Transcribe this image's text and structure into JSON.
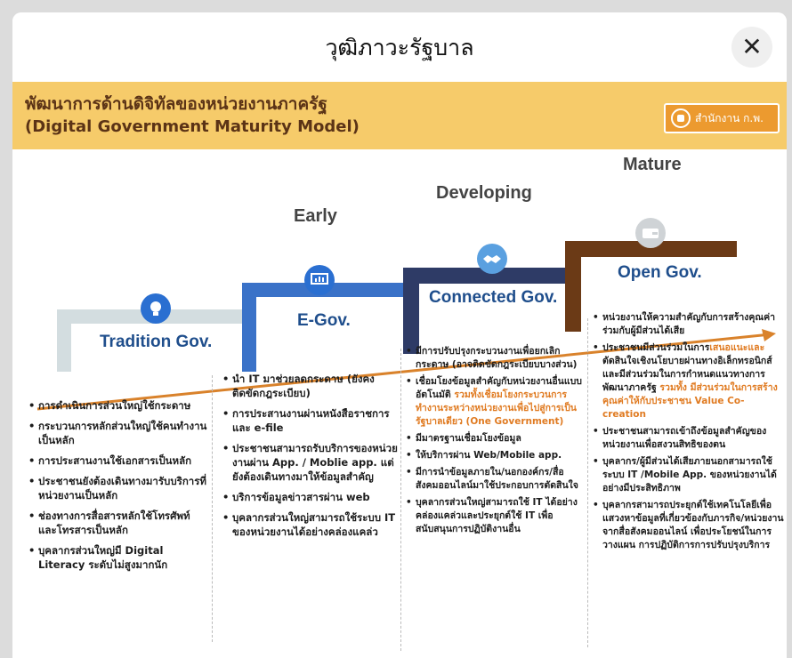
{
  "window": {
    "title": "วุฒิภาวะรัฐบาล",
    "close_label": "✕"
  },
  "banner": {
    "title_th": "พัฒนาการด้านดิจิทัลของหน่วยงานภาครัฐ",
    "title_en": "(Digital Government Maturity Model)",
    "logo_text": "สำนักงาน ก.พ.",
    "bg_color": "#f6cb6a"
  },
  "stages": [
    {
      "level": "",
      "name": "Tradition Gov.",
      "icon": "lightbulb-icon",
      "color": "#d3dde0"
    },
    {
      "level": "Early",
      "name": "E-Gov.",
      "icon": "presentation-icon",
      "color": "#3a72c8"
    },
    {
      "level": "Developing",
      "name": "Connected Gov.",
      "icon": "handshake-icon",
      "color": "#2e3b66"
    },
    {
      "level": "Mature",
      "name": "Open Gov.",
      "icon": "wallet-icon",
      "color": "#6b3a16"
    }
  ],
  "columns": {
    "tradition": [
      "การดำเนินการส่วนใหญ่ใช้กระดาษ",
      "กระบวนการหลักส่วนใหญ่ใช้คนทำงานเป็นหลัก",
      "การประสานงานใช้เอกสารเป็นหลัก",
      "ประชาชนยังต้องเดินทางมารับบริการที่หน่วยงานเป็นหลัก",
      "ช่องทางการสื่อสารหลักใช้โทรศัพท์และโทรสารเป็นหลัก",
      "บุคลากรส่วนใหญ่มี Digital Literacy ระดับไม่สูงมากนัก"
    ],
    "egov": [
      "นำ IT มาช่วยลดกระดาษ (ยังคงติดขัดกฎระเบียบ)",
      "การประสานงานผ่านหนังสือราชการและ e-file",
      "ประชาชนสามารถรับบริการของหน่วยงานผ่าน App. / Moblie app. แต่ยังต้องเดินทางมาให้ข้อมูลสำคัญ",
      "บริการข้อมูลข่าวสารผ่าน web",
      "บุคลากรส่วนใหญ่สามารถใช้ระบบ IT ของหน่วยงานได้อย่างคล่องแคล่ว"
    ],
    "connected": [
      {
        "text": "มีการปรับปรุงกระบวนงานเพื่อยกเลิกกระดาษ (อาจติดขัดกฎระเบียบบางส่วน)",
        "highlight": ""
      },
      {
        "text": "เชื่อมโยงข้อมูลสำคัญกับหน่วยงานอื่นแบบอัตโนมัติ",
        "highlight": "รวมทั้งเชื่อมโยงกระบวนการทำงานระหว่างหน่วยงานเพื่อไปสู่การเป็น รัฐบาลเดียว (One Government)"
      },
      {
        "text": "มีมาตรฐานเชื่อมโยงข้อมูล",
        "highlight": ""
      },
      {
        "text": "ให้บริการผ่าน Web/Mobile app.",
        "highlight": ""
      },
      {
        "text": "มีการนำข้อมูลภายใน/นอกองค์กร/สื่อสังคมออนไลน์มาใช้ประกอบการตัดสินใจ",
        "highlight": ""
      },
      {
        "text": "บุคลากรส่วนใหญ่สามารถใช้ IT ได้อย่างคล่องแคล่วและประยุกต์ใช้ IT เพื่อสนับสนุนการปฏิบัติงานอื่น",
        "highlight": ""
      }
    ],
    "open": [
      {
        "pre": "หน่วยงานให้ความสำคัญกับการสร้างคุณค่าร่วมกับผู้มีส่วนได้เสีย",
        "hl": "",
        "post": ""
      },
      {
        "pre": "ประชาชนมีส่วนร่วมในการ",
        "hl": "เสนอแนะและ",
        "post": "ตัดสินใจเชิงนโยบายผ่านทางอิเล็กทรอนิกส์และมีส่วนร่วมในการกำหนดแนวทางการพัฒนาภาครัฐ"
      },
      {
        "pre": "",
        "hl": "รวมทั้ง มีส่วนร่วมในการสร้างคุณค่าให้กับประชาชน Value Co-creation",
        "post": ""
      },
      {
        "pre": "ประชาชนสามารถเข้าถึงข้อมูลสำคัญของหน่วยงานเพื่อสงวนสิทธิของตน",
        "hl": "",
        "post": ""
      },
      {
        "pre": "บุคลากร/ผู้มีส่วนได้เสียภายนอกสามารถใช้ระบบ IT /Mobile App. ของหน่วยงานได้อย่างมีประสิทธิภาพ",
        "hl": "",
        "post": ""
      },
      {
        "pre": "บุคลากรสามารถประยุกต์ใช้เทคโนโลยีเพื่อแสวงหาข้อมูลที่เกี่ยวข้องกับภารกิจ/หน่วยงานจากสื่อสังคมออนไลน์ เพื่อประโยชน์ในการวางแผน การปฏิบัติการการปรับปรุงบริการ",
        "hl": "",
        "post": ""
      }
    ]
  },
  "colors": {
    "arrow": "#d9822b",
    "highlight_text": "#e07b22",
    "heading_text": "#5b3316",
    "stage_text": "#1f4e8c"
  }
}
